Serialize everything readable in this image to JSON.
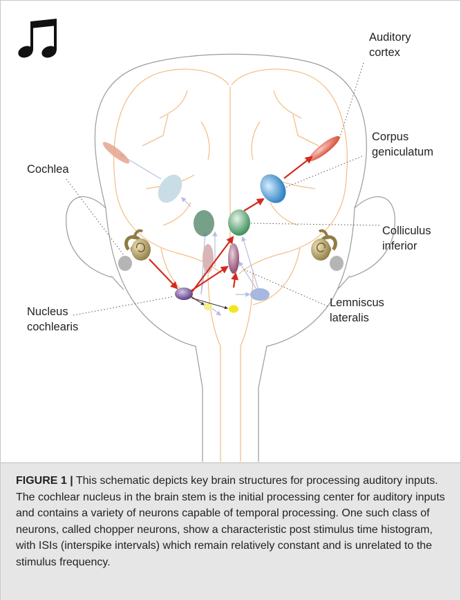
{
  "labels": {
    "auditory_cortex": [
      "Auditory",
      "cortex"
    ],
    "corpus_geniculatum": [
      "Corpus",
      "geniculatum"
    ],
    "cochlea": "Cochlea",
    "colliculus_inferior": [
      "Colliculus",
      "inferior"
    ],
    "nucleus_cochlearis": [
      "Nucleus",
      "cochlearis"
    ],
    "lemniscus_lateralis": [
      "Lemniscus",
      "lateralis"
    ]
  },
  "caption": {
    "figure_label": "FIGURE 1 |",
    "text": " This schematic depicts key brain structures for processing auditory inputs. The cochlear nucleus in the brain stem is the initial processing center for auditory inputs and contains a variety of neurons capable of temporal processing. One such class of neurons, called chopper neurons, show a characteristic post stimulus time histogram, with ISIs (interspike intervals) which remain relatively constant and is unrelated to the stimulus frequency."
  },
  "colors": {
    "head_outline": "#9a9a9a",
    "brain_outline": "#f2c08a",
    "pathway_arrow": "#d42a1e",
    "faint_arrow": "#b8bde0",
    "caption_background": "#e6e6e6"
  },
  "icons": [
    "music-note-icon"
  ]
}
